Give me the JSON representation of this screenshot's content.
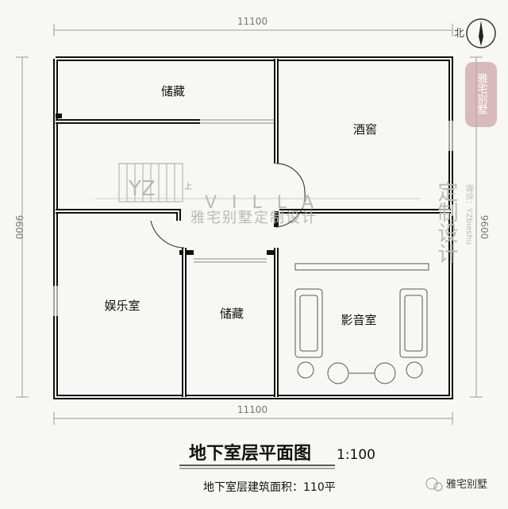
{
  "dimensions": {
    "top": "11100",
    "bottom": "11100",
    "left": "9600",
    "right": "9600"
  },
  "compass": {
    "north_label": "北"
  },
  "rooms": [
    {
      "id": "storage-upper",
      "label": "储藏"
    },
    {
      "id": "wine-cellar",
      "label": "酒窖"
    },
    {
      "id": "entertainment",
      "label": "娱乐室"
    },
    {
      "id": "storage-lower",
      "label": "储藏"
    },
    {
      "id": "theater",
      "label": "影音室"
    }
  ],
  "stair_label": "上",
  "watermark": {
    "brand_letters": "YZ",
    "villa": "V I L L A",
    "cn": "雅宅别墅定制设计",
    "vertical": "定制设计",
    "wechat": "微信：YZbieshu",
    "seal": "雅宅别墅"
  },
  "title": {
    "main": "地下室层平面图",
    "scale": "1:100",
    "area": "地下室层建筑面积：110平"
  },
  "footer": {
    "account": "雅宅别墅"
  }
}
